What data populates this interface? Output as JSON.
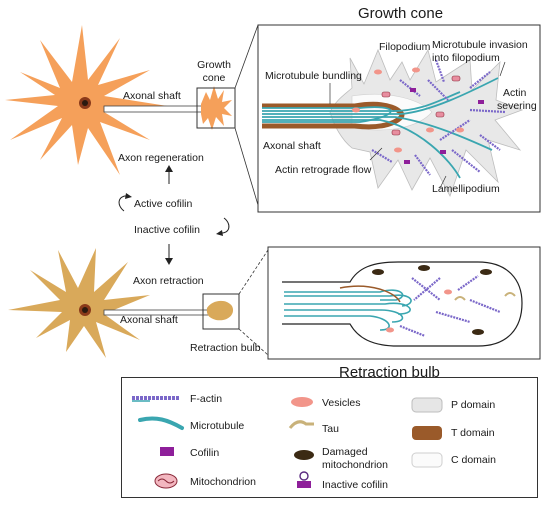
{
  "panels": {
    "growth_cone_title": "Growth cone",
    "retraction_bulb_title": "Retraction bulb"
  },
  "neuron_top": {
    "axonal_shaft": "Axonal shaft",
    "growth_cone_line1": "Growth",
    "growth_cone_line2": "cone",
    "color": "#f5a05a"
  },
  "neuron_bottom": {
    "axonal_shaft": "Axonal shaft",
    "retraction_bulb": "Retraction bulb",
    "color": "#d9a95a"
  },
  "flow": {
    "axon_regeneration": "Axon regeneration",
    "active_cofilin": "Active cofilin",
    "inactive_cofilin": "Inactive cofilin",
    "axon_retraction": "Axon retraction"
  },
  "growth_cone_labels": {
    "filopodium": "Filopodium",
    "microtubule_invasion_line1": "Microtubule invasion",
    "microtubule_invasion_line2": "into filopodium",
    "microtubule_bundling": "Microtubule bundling",
    "actin_severing_line1": "Actin",
    "actin_severing_line2": "severing",
    "axonal_shaft": "Axonal shaft",
    "actin_retrograde_flow": "Actin retrograde flow",
    "lamellipodium": "Lamellipodium"
  },
  "legend": {
    "f_actin": "F-actin",
    "microtubule": "Microtubule",
    "cofilin": "Cofilin",
    "mitochondrion": "Mitochondrion",
    "vesicles": "Vesicles",
    "tau": "Tau",
    "damaged_mito_line1": "Damaged",
    "damaged_mito_line2": "mitochondrion",
    "inactive_cofilin": "Inactive cofilin",
    "p_domain": "P domain",
    "t_domain": "T domain",
    "c_domain": "C domain"
  },
  "colors": {
    "microtubule": "#3aa6b0",
    "actin": "#7b68c9",
    "cofilin": "#8e1f9a",
    "t_domain": "#9a5a2a",
    "p_domain": "#e6e6e6",
    "vesicle": "#f2958a",
    "tau": "#c9b27a",
    "damaged_mito": "#3b2a14"
  }
}
